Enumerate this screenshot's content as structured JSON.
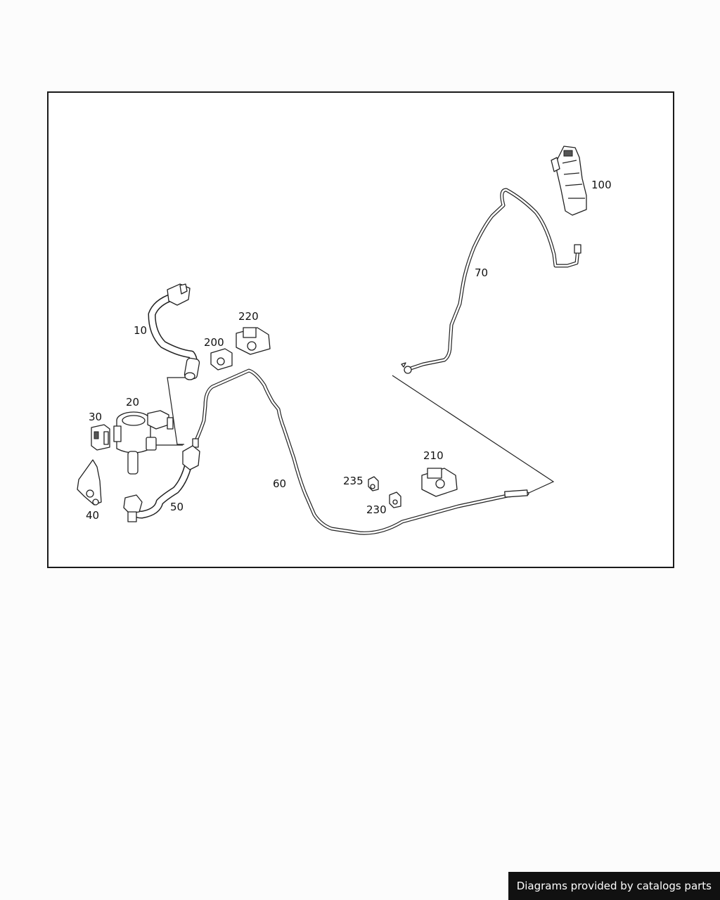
{
  "diagram": {
    "part_labels": {
      "p10": "10",
      "p20": "20",
      "p30": "30",
      "p40": "40",
      "p50": "50",
      "p60": "60",
      "p70": "70",
      "p100": "100",
      "p200": "200",
      "p210": "210",
      "p220": "220",
      "p230": "230",
      "p235": "235"
    }
  },
  "footer": {
    "credit": "Diagrams provided by catalogs parts"
  },
  "colors": {
    "background": "#fcfcfc",
    "frame": "#1a1a1a",
    "line_art": "#222222",
    "footer_bg": "#111111",
    "footer_text": "#ffffff"
  }
}
